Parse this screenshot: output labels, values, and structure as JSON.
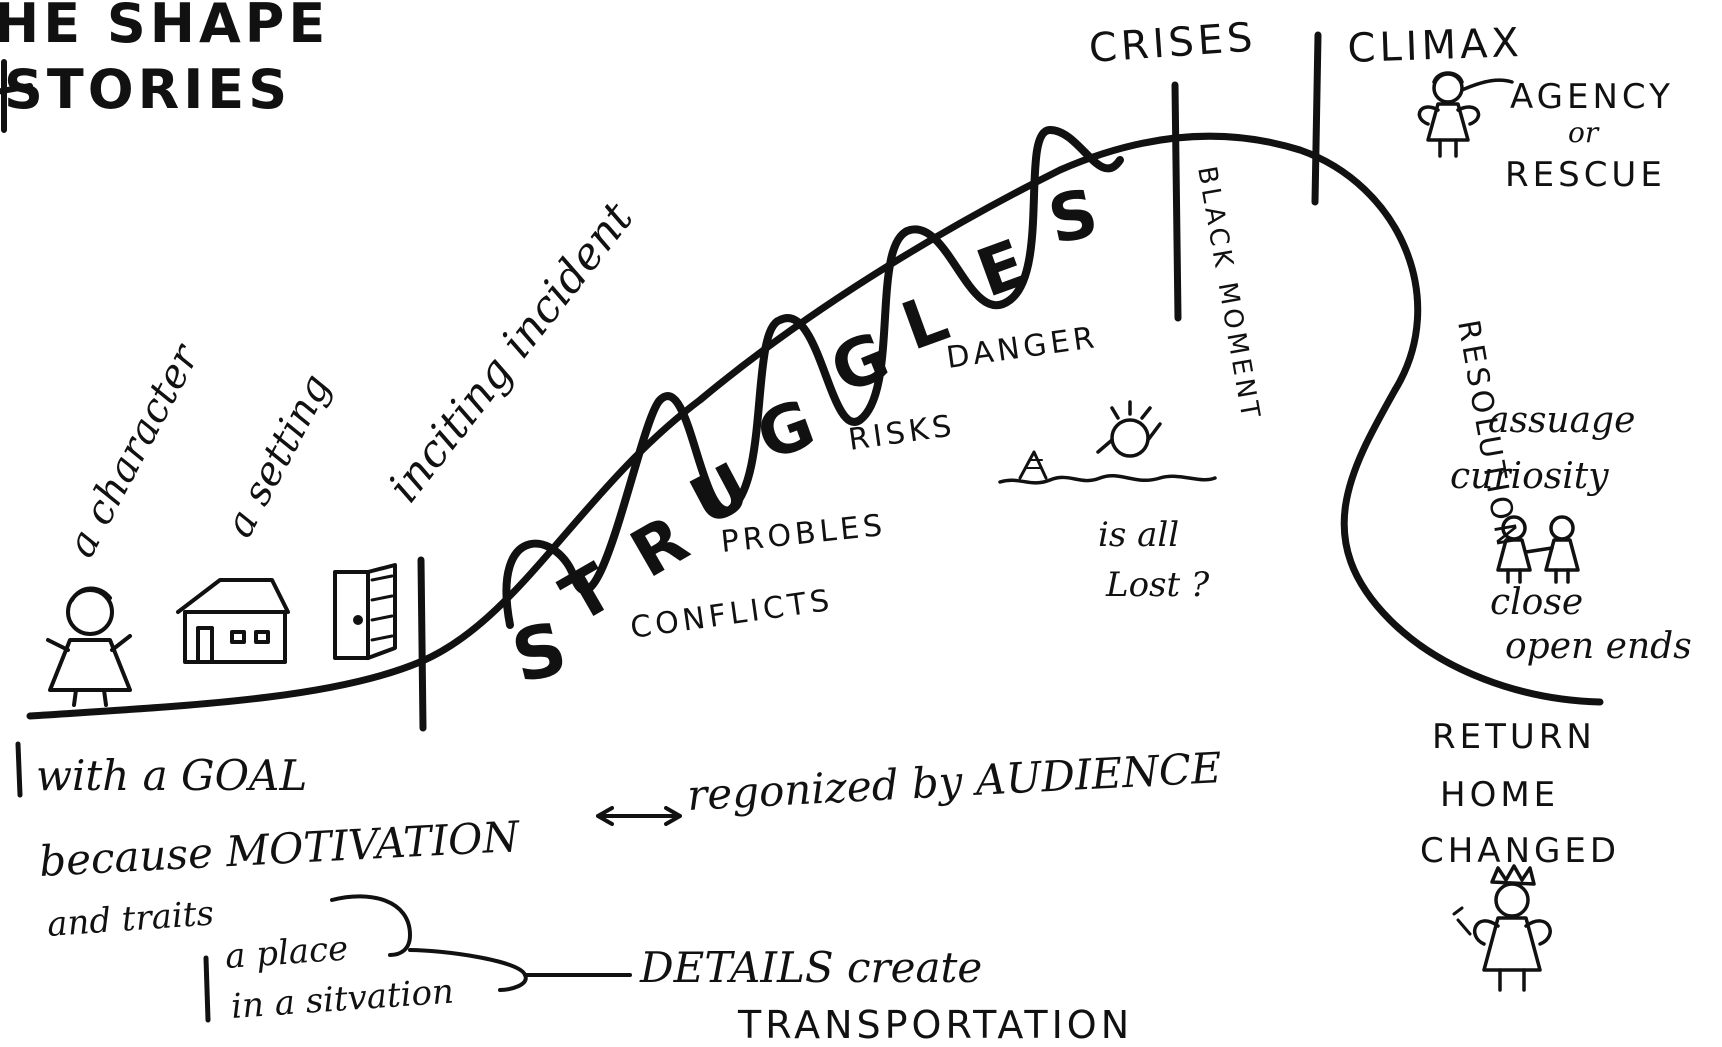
{
  "title": {
    "line1": "HE SHAPE",
    "line2": "STORIES"
  },
  "labels": {
    "a_character": "a character",
    "a_setting": "a setting",
    "inciting_incident": "inciting incident",
    "struggles": [
      "S",
      "T",
      "R",
      "U",
      "G",
      "G",
      "L",
      "E",
      "S"
    ],
    "danger": "DANGER",
    "risks": "RISKS",
    "probles": "PROBLES",
    "conflicts": "CONFLICTS",
    "crises": "CRISES",
    "climax": "CLIMAX",
    "agency": "AGENCY",
    "or": "or",
    "rescue": "RESCUE",
    "black_moment": "BLACK MOMENT",
    "is_all": "is all",
    "lost": "Lost ?",
    "resolution": "RESOLUTION",
    "assuage": "assuage",
    "curiosity": "curiosity",
    "close": "close",
    "open_ends": "open ends",
    "return": "RETURN",
    "home": "HOME",
    "changed": "CHANGED"
  },
  "notes": {
    "with_a_goal": "with a GOAL",
    "because_motivation": "because MOTIVATION",
    "regonized_by_audience": "regonized by AUDIENCE",
    "and_traits": "and traits",
    "a_place": "a place",
    "in_a_situation": "in a sitvation",
    "details_create": "DETAILS create",
    "transportation": "TRANSPORTATION"
  },
  "icons": [
    "character-icon",
    "house-icon",
    "door-icon",
    "drowning-figure-icon",
    "fairy-icon",
    "two-figures-icon",
    "crowned-fairy-icon"
  ]
}
